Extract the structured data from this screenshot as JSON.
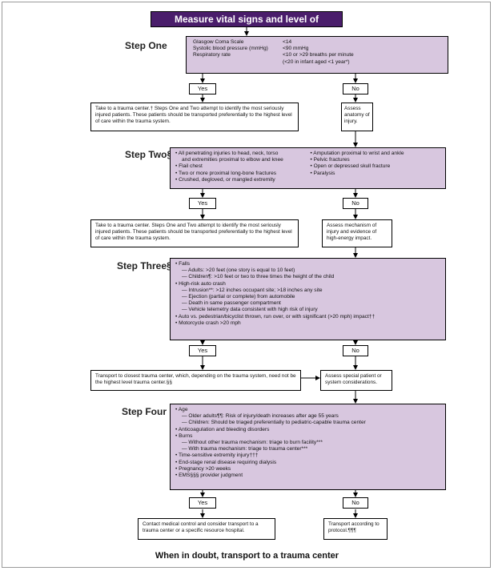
{
  "title": "Measure vital signs and level of consciousness",
  "footer": "When in doubt, transport to a trauma center",
  "yes": "Yes",
  "no": "No",
  "step1": {
    "label": "Step One",
    "criteria": [
      {
        "name": "Glasgow Coma Scale",
        "value": "<14"
      },
      {
        "name": "Systolic blood pressure (mmHg)",
        "value": "<90 mmHg"
      },
      {
        "name": "Respiratory rate",
        "value": "<10 or >29 breaths per minute"
      },
      {
        "name": "",
        "value": "(<20 in infant aged <1 year*)"
      }
    ],
    "yes_text": "Take to a trauma center.† Steps One and Two attempt to identify the most seriously injured patients. These patients should be transported preferentially to the highest level of care within the trauma system.",
    "no_text": "Assess anatomy of injury."
  },
  "step2": {
    "label": "Step Two§",
    "left": [
      "• All penetrating injuries to head, neck, torso",
      "  and extremities proximal to elbow and knee",
      "• Flail chest",
      "• Two or more proximal long-bone fractures",
      "• Crushed, degloved, or mangled extremity"
    ],
    "right": [
      "• Amputation proximal to wrist and ankle",
      "• Pelvic fractures",
      "• Open or depressed skull fracture",
      "• Paralysis"
    ],
    "yes_text": "Take to a trauma center. Steps One and Two attempt to identify the most seriously injured patients. These patients should be transported preferentially to the highest level of care within the trauma system.",
    "no_text": "Assess mechanism of injury and evidence of high-energy impact."
  },
  "step3": {
    "label": "Step Three§",
    "items": [
      "• Falls",
      "  — Adults: >20 feet (one story is equal to 10 feet)",
      "  — Children¶: >10 feet or two to three times the height of the child",
      "• High-risk auto crash",
      "  — Intrusion**: >12 inches occupant site; >18 inches any site",
      "  — Ejection (partial or complete) from automobile",
      "  — Death in same passenger compartment",
      "  — Vehicle telemetry data consistent with high risk of injury",
      "• Auto vs. pedestrian/bicyclist thrown, run over, or with significant (>20 mph) impact††",
      "• Motorcycle crash >20 mph"
    ],
    "yes_text": "Transport to closest trauma center, which, depending on the trauma system, need not be the highest level trauma center.§§",
    "no_text": "Assess special patient or system considerations."
  },
  "step4": {
    "label": "Step Four",
    "items": [
      "• Age",
      "  — Older adults¶¶: Risk of injury/death increases after age 55 years",
      "  — Children: Should be triaged preferentially to pediatric-capable trauma center",
      "• Anticoagulation and bleeding disorders",
      "• Burns",
      "  — Without other trauma mechanism: triage to burn facility***",
      "  — With trauma mechanism: triage to trauma center***",
      "• Time-sensitive extremity injury†††",
      "• End-stage renal disease requiring dialysis",
      "• Pregnancy >20 weeks",
      "• EMS§§§ provider judgment"
    ],
    "yes_text": "Contact medical control and consider transport to a trauma center or a specific resource hospital.",
    "no_text": "Transport according to protocol.¶¶¶"
  },
  "colors": {
    "title_bg": "#4a1d6b",
    "criteria_bg": "#d8c7df",
    "border": "#000000"
  }
}
